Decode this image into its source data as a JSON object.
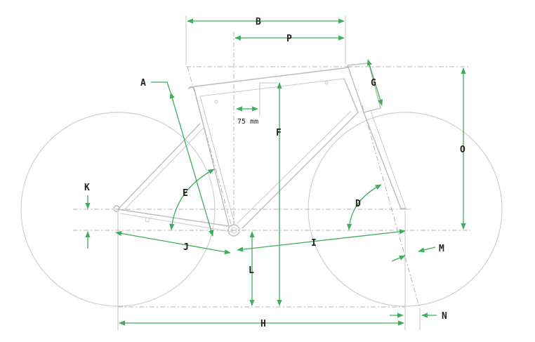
{
  "diagram": {
    "labels": {
      "A": "A",
      "B": "B",
      "D": "D",
      "E": "E",
      "F": "F",
      "G": "G",
      "H": "H",
      "I": "I",
      "J": "J",
      "K": "K",
      "L": "L",
      "M": "M",
      "N": "N",
      "O": "O",
      "P": "P"
    },
    "offset_note": "75 mm",
    "colors": {
      "dimension": "#3cae5c",
      "outline": "#bdbdbd",
      "text": "#222222",
      "background": "#ffffff"
    }
  }
}
